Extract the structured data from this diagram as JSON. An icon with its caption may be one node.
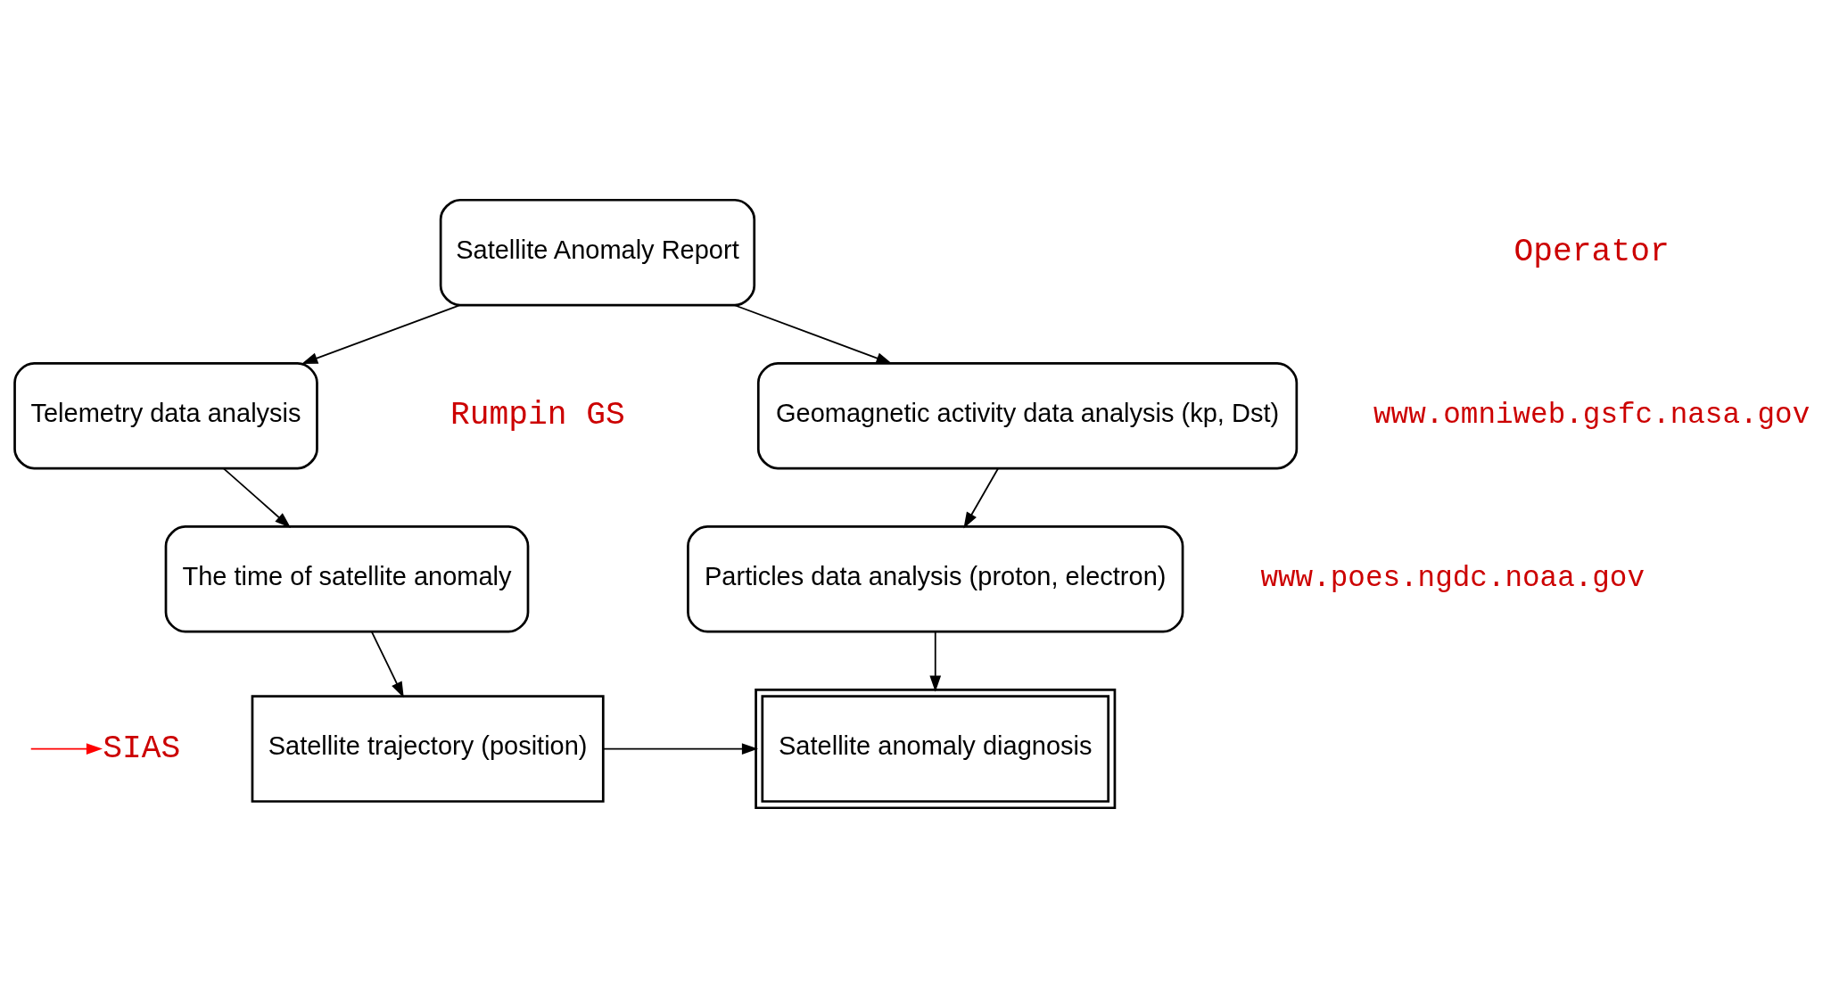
{
  "diagram": {
    "nodes": [
      {
        "text": [
          "Satellite Anomaly Report"
        ]
      },
      {
        "text": [
          "Telemetry data analysis"
        ]
      },
      {
        "text": [
          "Geomagnetic activity data analysis (kp, Dst)"
        ]
      },
      {
        "text": [
          "The time of satellite anomaly"
        ]
      },
      {
        "text": [
          "Particles data analysis (proton, electron)"
        ]
      },
      {
        "text": [
          "Satellite trajectory (position)"
        ]
      },
      {
        "text": [
          "Satellite anomaly diagnosis"
        ]
      },
      {
        "text": [
          "SIAS"
        ]
      }
    ],
    "edges": [
      {
        "from": 0,
        "to": 1,
        "arrow": "to"
      },
      {
        "from": 0,
        "to": 2,
        "arrow": "to"
      },
      {
        "from": 1,
        "to": 3,
        "arrow": "to"
      },
      {
        "from": 2,
        "to": 4,
        "arrow": "to"
      },
      {
        "from": 3,
        "to": 5,
        "arrow": "to"
      },
      {
        "from": 4,
        "to": 6,
        "arrow": "to"
      },
      {
        "from": 5,
        "to": 6,
        "arrow": "to"
      },
      {
        "from": null,
        "to": 7,
        "arrow": "to",
        "color": "#ff0000"
      }
    ],
    "labels": [
      "Operator",
      "www.omniweb.gsfc.nasa.gov",
      "Rumpin GS",
      "www.poes.ngdc.noaa.gov"
    ]
  }
}
